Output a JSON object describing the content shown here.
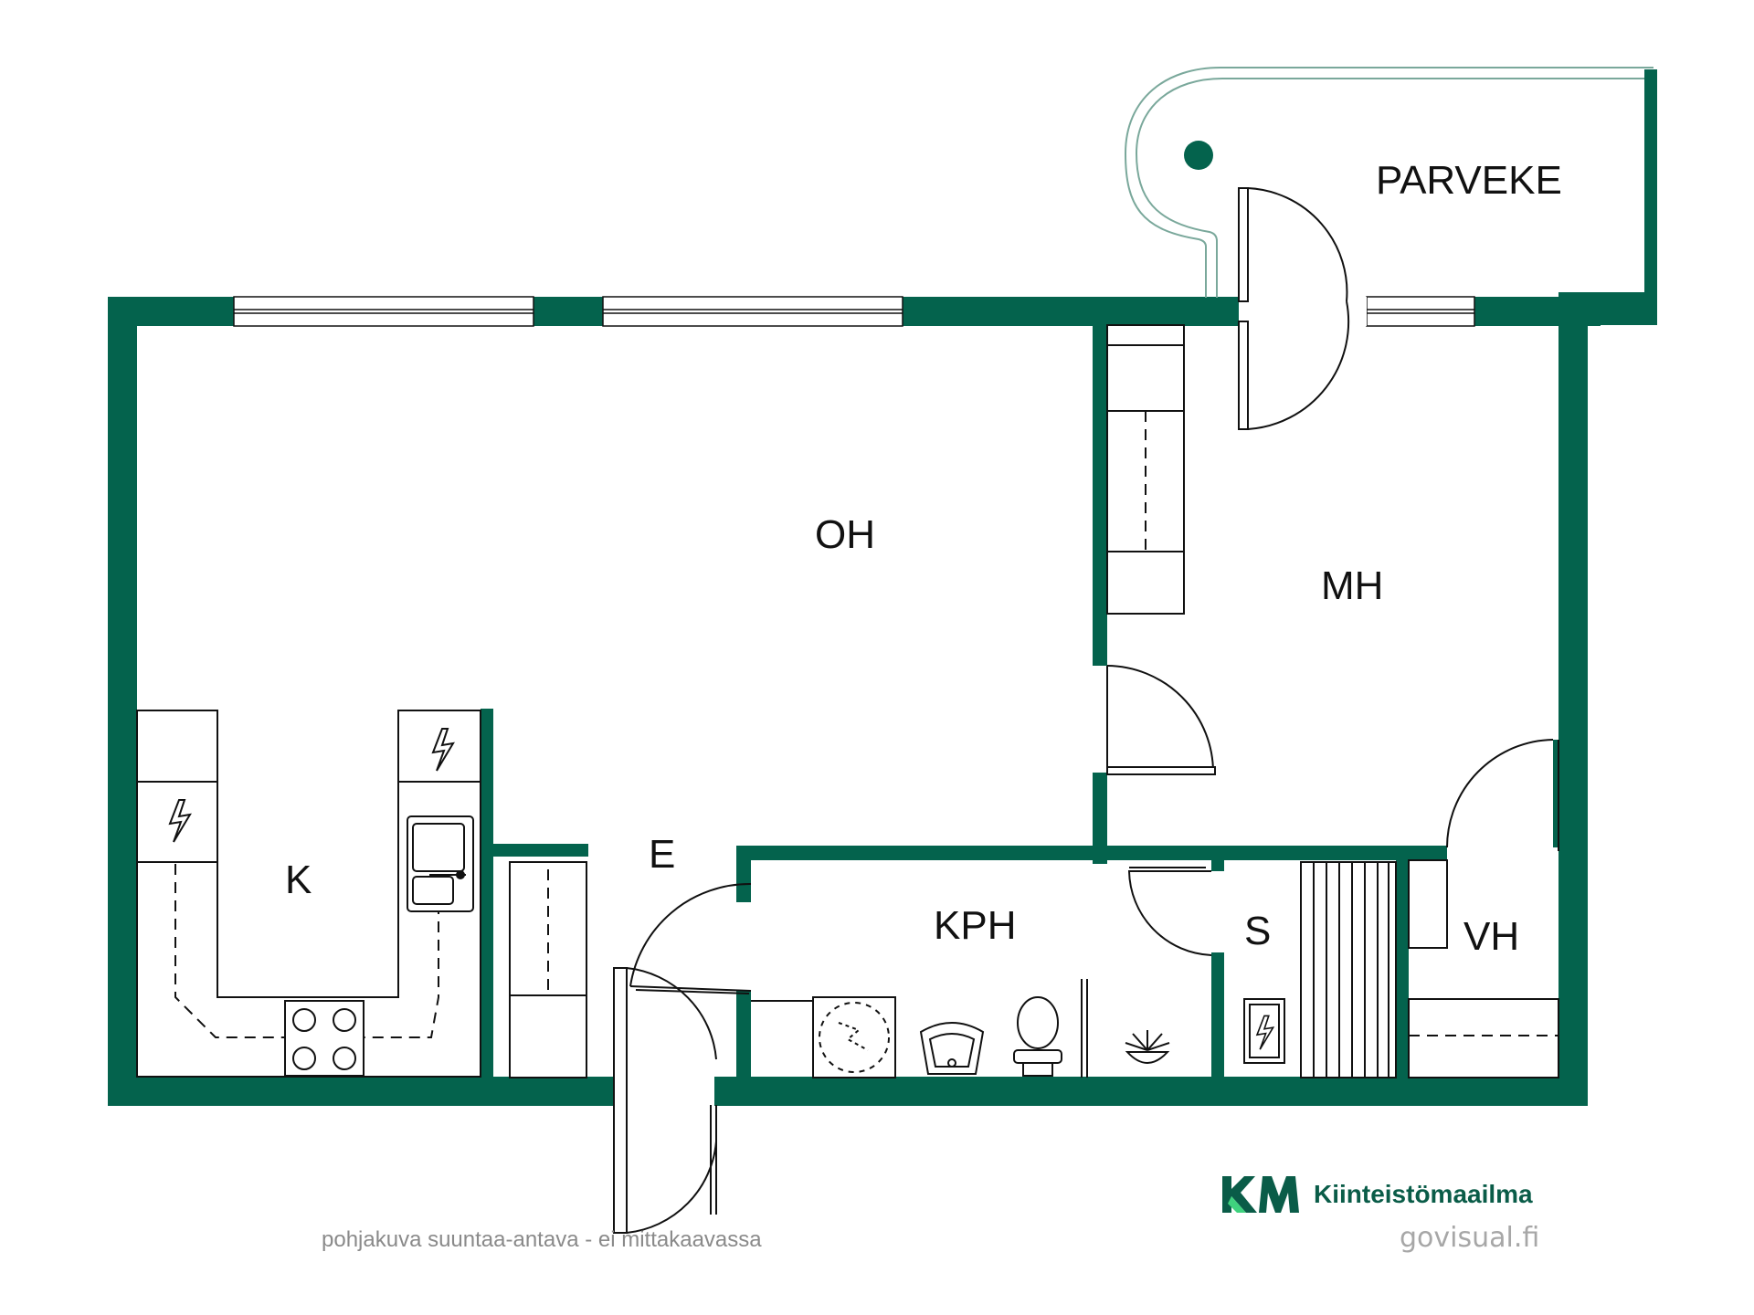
{
  "colors": {
    "wall": "#04634d",
    "line": "#111111",
    "railing": "#7aa89b",
    "logo_dark": "#0a5c48",
    "logo_light": "#3fd27e"
  },
  "rooms": {
    "parveke": "PARVEKE",
    "oh": "OH",
    "mh": "MH",
    "k": "K",
    "e": "E",
    "kph": "KPH",
    "s": "S",
    "vh": "VH"
  },
  "footer": {
    "note": "pohjakuva suuntaa-antava - ei mittakaavassa",
    "brand": "Kiinteistömaailma",
    "credit": "govisual.fi"
  },
  "icons": [
    "electric-stove-icon",
    "sink-icon",
    "toilet-icon",
    "shower-icon",
    "washing-machine-icon",
    "sauna-bench-icon",
    "sauna-stove-icon",
    "logo-icon"
  ]
}
